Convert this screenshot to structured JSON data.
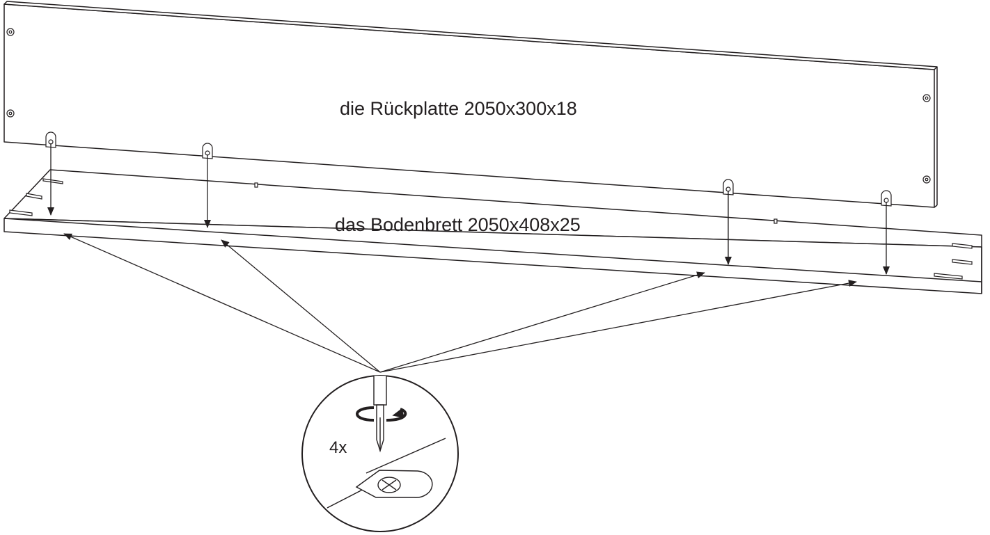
{
  "labels": {
    "back_panel": "die Rückplatte 2050x300x18",
    "bottom_board": "das Bodenbrett 2050x408x25",
    "screw_count": "4x"
  },
  "colors": {
    "ink": "#231f20",
    "background": "#ffffff"
  },
  "icons": [
    "screwdriver-icon",
    "rotation-arrow-icon",
    "screw-head-icon"
  ]
}
